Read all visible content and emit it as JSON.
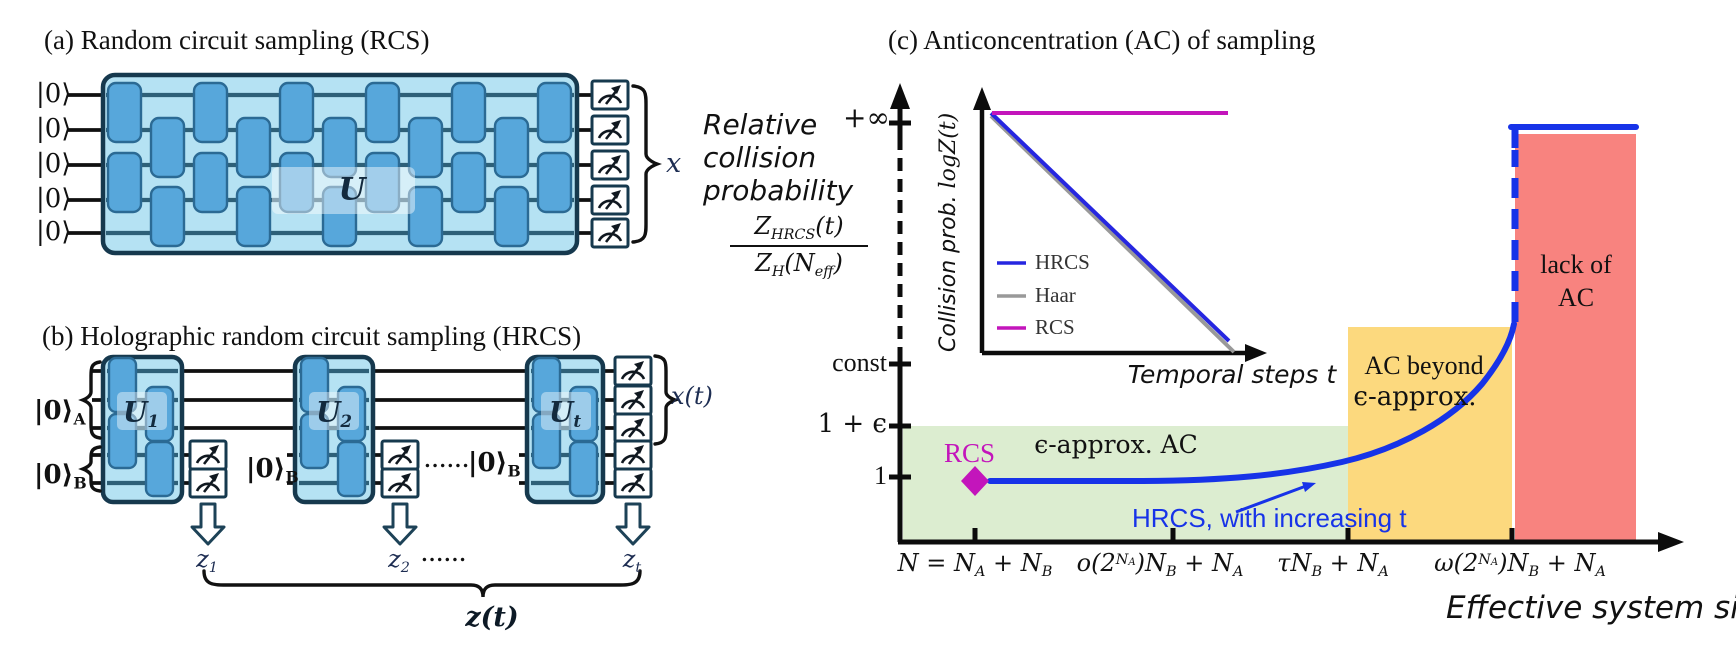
{
  "panel_a": {
    "title": "(a) Random circuit sampling (RCS)",
    "ket_zero": "|0⟩",
    "unitary_label": "U",
    "output_label": "x"
  },
  "panel_b": {
    "title": "(b) Holographic random circuit sampling (HRCS)",
    "ket_zero_a": [
      {
        "t": "|0⟩"
      },
      {
        "t": "A",
        "m": "sub"
      }
    ],
    "ket_zero_b": [
      {
        "t": "|0⟩"
      },
      {
        "t": "B",
        "m": "sub"
      }
    ],
    "u1": [
      {
        "t": "U"
      },
      {
        "t": "1",
        "m": "sub"
      }
    ],
    "u2": [
      {
        "t": "U"
      },
      {
        "t": "2",
        "m": "sub"
      }
    ],
    "ut": [
      {
        "t": "U"
      },
      {
        "t": "t",
        "m": "sub"
      }
    ],
    "output_top": "x(t)",
    "z1": [
      {
        "t": "z"
      },
      {
        "t": "1",
        "m": "sub"
      }
    ],
    "z2": [
      {
        "t": "z"
      },
      {
        "t": "2",
        "m": "sub"
      }
    ],
    "zt": [
      {
        "t": "z"
      },
      {
        "t": "t",
        "m": "sub"
      }
    ],
    "z_vector": "z(t)",
    "dots": "......"
  },
  "panel_c": {
    "title": "(c) Anticoncentration (AC) of sampling",
    "ylabel_lines": [
      "Relative",
      "collision",
      "probability"
    ],
    "yfrac_num": [
      {
        "t": "Z"
      },
      {
        "t": "HRCS",
        "m": "sub"
      },
      {
        "t": "(t)"
      }
    ],
    "yfrac_den": [
      {
        "t": "Z"
      },
      {
        "t": "H",
        "m": "sub"
      },
      {
        "t": "(N"
      },
      {
        "t": "eff",
        "m": "sub"
      },
      {
        "t": ")"
      }
    ],
    "ytick_inf": "+∞",
    "ytick_const": "const",
    "ytick_eps": "1 + ϵ",
    "ytick_one": "1",
    "xticks": [
      [
        {
          "t": "N = N"
        },
        {
          "t": "A",
          "m": "sub"
        },
        {
          "t": " + N"
        },
        {
          "t": "B",
          "m": "sub"
        }
      ],
      [
        {
          "t": "o(2"
        },
        {
          "t": "N",
          "m": "sup"
        },
        {
          "t": "A",
          "m": "ss"
        },
        {
          "t": ")N"
        },
        {
          "t": "B",
          "m": "sub"
        },
        {
          "t": " + N"
        },
        {
          "t": "A",
          "m": "sub"
        }
      ],
      [
        {
          "t": "τN"
        },
        {
          "t": "B",
          "m": "sub"
        },
        {
          "t": " + N"
        },
        {
          "t": "A",
          "m": "sub"
        }
      ],
      [
        {
          "t": "ω(2"
        },
        {
          "t": "N",
          "m": "sup"
        },
        {
          "t": "A",
          "m": "ss"
        },
        {
          "t": ")N"
        },
        {
          "t": "B",
          "m": "sub"
        },
        {
          "t": " + N"
        },
        {
          "t": "A",
          "m": "sub"
        }
      ]
    ],
    "xlabel": "Effective system size",
    "rcs_point_label": "RCS",
    "green_label": "ϵ-approx. AC",
    "yellow_label_1": "AC beyond",
    "yellow_label_2": "ϵ-approx.",
    "red_label_1": "lack of",
    "red_label_2": "AC",
    "hrcs_note": "HRCS, with increasing t",
    "inset": {
      "ylabel_hand": "Collision prob. ",
      "ylabel_math": "logZ(t)",
      "xlabel": "Temporal steps t",
      "legend": [
        "HRCS",
        "Haar",
        "RCS"
      ]
    }
  },
  "colors": {
    "curve_blue": "#1733e8",
    "inset_blue": "#2626e0",
    "magenta": "#c315bb",
    "gray": "#999999",
    "region_green": "#dcedd0",
    "region_yellow": "#fcd97e",
    "region_red": "#f8837f",
    "box_fill": "#b5e2f3",
    "gate_fill": "#57a7db",
    "dark_stroke": "#16394e"
  },
  "chart_data": {
    "type": "line",
    "title": "Anticoncentration (AC) of sampling",
    "xlabel": "Effective system size",
    "ylabel": "Relative collision probability Z_HRCS(t) / Z_H(N_eff)",
    "x_ticks": [
      "N = N_A + N_B",
      "o(2^N_A)N_B + N_A",
      "τN_B + N_A",
      "ω(2^N_A)N_B + N_A"
    ],
    "y_ticks": [
      "1",
      "1 + ϵ",
      "const",
      "+∞"
    ],
    "grid": false,
    "regions": [
      {
        "label": "ϵ-approx. AC",
        "from": "N = N_A + N_B",
        "to": "τN_B + N_A",
        "color": "#dcedd0"
      },
      {
        "label": "AC beyond ϵ-approx.",
        "from": "τN_B + N_A",
        "to": "ω(2^N_A)N_B + N_A",
        "color": "#fcd97e"
      },
      {
        "label": "lack of AC",
        "from": "ω(2^N_A)N_B + N_A",
        "to": "end",
        "color": "#f8837f"
      }
    ],
    "series": [
      {
        "name": "RCS",
        "type": "point",
        "x": "N = N_A + N_B",
        "y": "1",
        "marker": "diamond",
        "color": "#c315bb"
      },
      {
        "name": "HRCS, with increasing t",
        "type": "curve",
        "color": "#1733e8",
        "behavior": "flat at 1 across ϵ-approx. region, rises through AC-beyond region, diverges (dashed) to +∞ at ω(2^N_A)N_B + N_A"
      }
    ],
    "inset": {
      "ylabel": "Collision prob. logZ(t)",
      "xlabel": "Temporal steps t",
      "legend_position": "lower left",
      "series": [
        {
          "name": "HRCS",
          "color": "#2626e0",
          "trend": "linearly decreasing"
        },
        {
          "name": "Haar",
          "color": "#999999",
          "trend": "linearly decreasing, slightly below HRCS"
        },
        {
          "name": "RCS",
          "color": "#c315bb",
          "trend": "constant high"
        }
      ]
    }
  }
}
